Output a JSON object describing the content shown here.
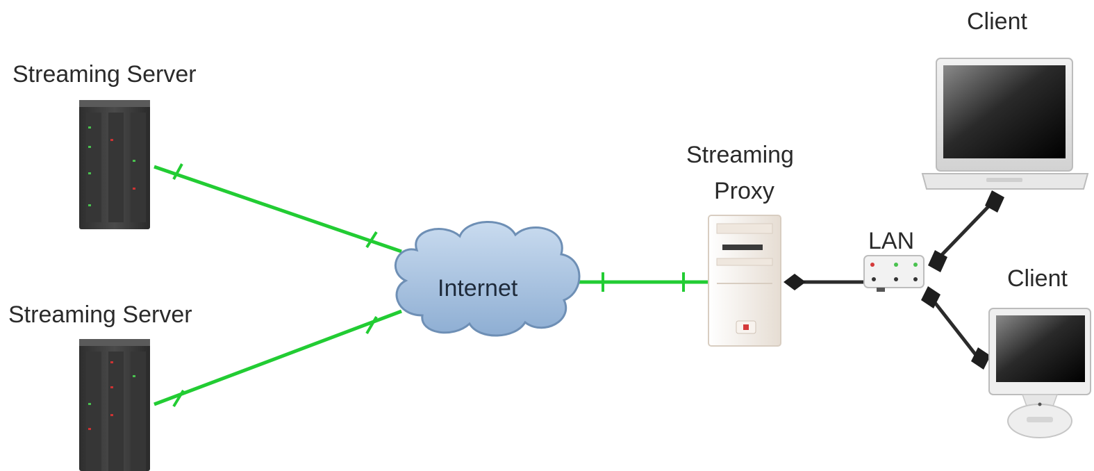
{
  "diagram": {
    "labels": {
      "server_top": "Streaming Server",
      "server_bottom": "Streaming Server",
      "internet": "Internet",
      "proxy_line1": "Streaming",
      "proxy_line2": "Proxy",
      "lan": "LAN",
      "client_top": "Client",
      "client_bottom": "Client"
    },
    "colors": {
      "wan_link": "#22cc33",
      "lan_link": "#2b2b2b",
      "cloud_fill": "#a9c3df",
      "server_body": "#3a3a3a",
      "proxy_body": "#f3eee8"
    },
    "icons": {
      "server": "rack-server-icon",
      "cloud": "cloud-icon",
      "proxy": "tower-computer-icon",
      "lan": "network-switch-icon",
      "laptop": "laptop-icon",
      "desktop": "desktop-monitor-icon"
    }
  }
}
